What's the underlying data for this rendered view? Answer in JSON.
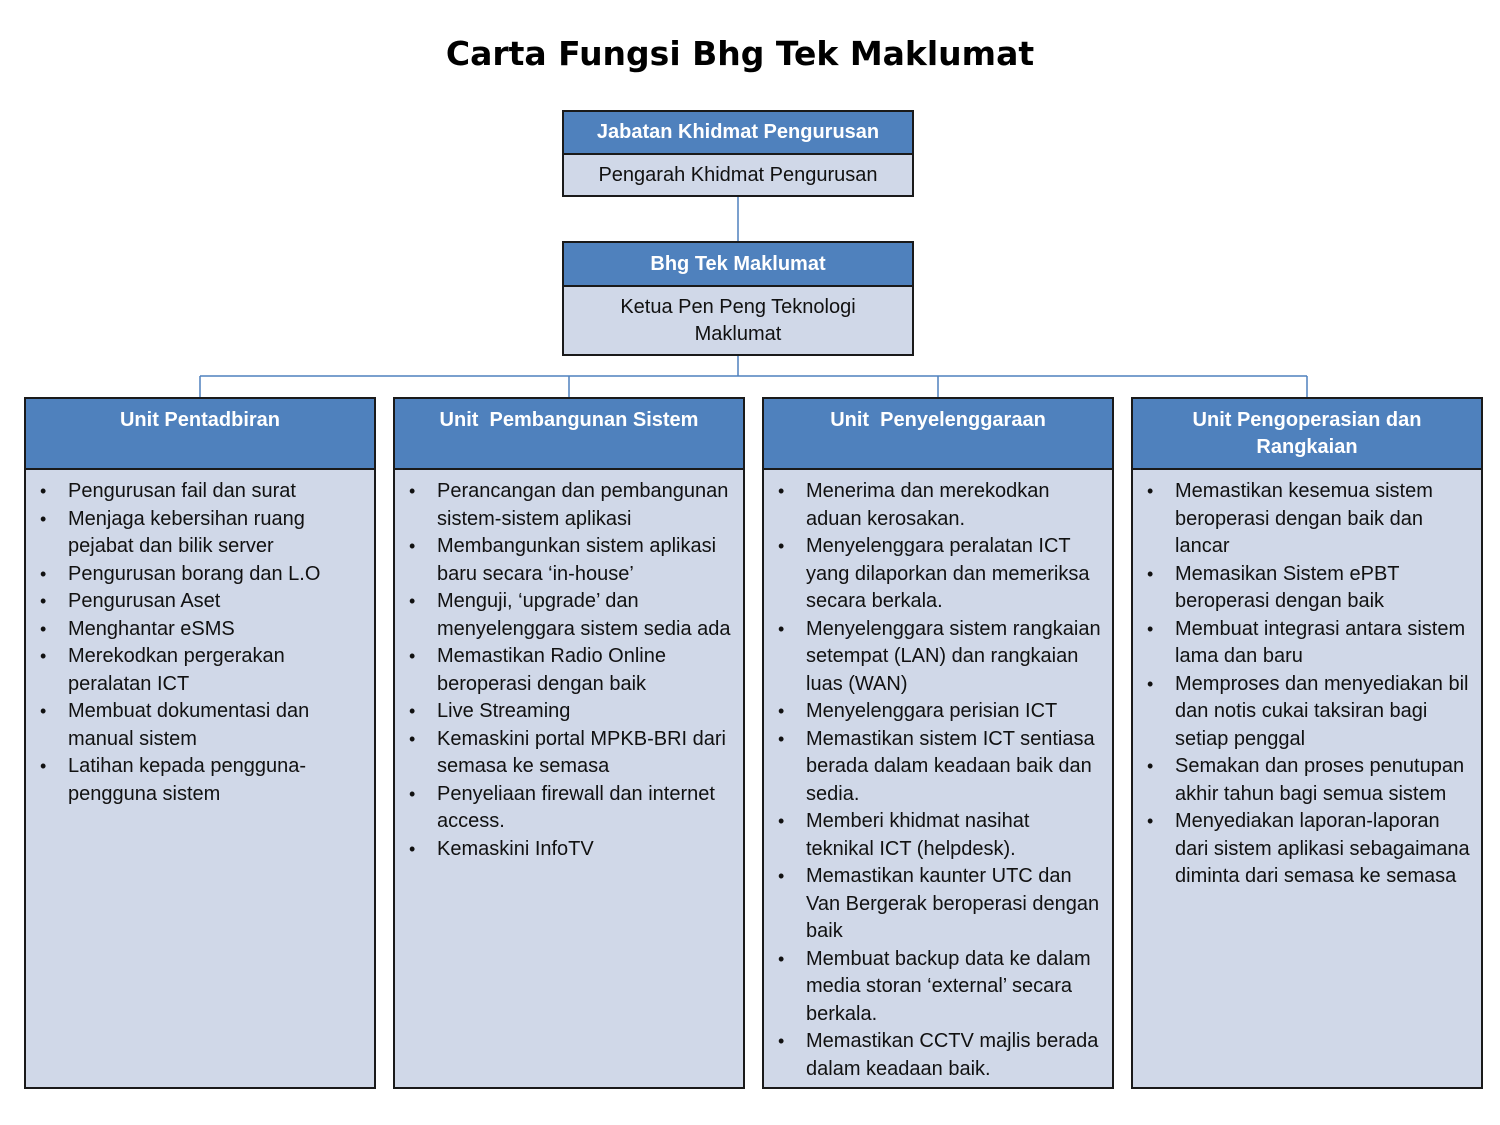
{
  "title": "Carta Fungsi Bhg Tek Maklumat",
  "top_box": {
    "header": "Jabatan Khidmat Pengurusan",
    "role": "Pengarah Khidmat Pengurusan"
  },
  "mid_box": {
    "header": "Bhg Tek Maklumat",
    "role": "Ketua Pen Peng Teknologi Maklumat"
  },
  "units": [
    {
      "header": "Unit Pentadbiran",
      "items": [
        "Pengurusan fail dan surat",
        "Menjaga kebersihan ruang pejabat dan bilik server",
        "Pengurusan borang dan L.O",
        "Pengurusan Aset",
        "Menghantar eSMS",
        "Merekodkan pergerakan peralatan ICT",
        "Membuat dokumentasi dan manual sistem",
        "Latihan kepada pengguna-pengguna sistem"
      ]
    },
    {
      "header": "Unit  Pembangunan Sistem",
      "items": [
        "Perancangan dan pembangunan sistem-sistem aplikasi",
        "Membangunkan sistem aplikasi baru secara ‘in-house’",
        "Menguji, ‘upgrade’ dan menyelenggara sistem sedia ada",
        "Memastikan Radio Online beroperasi dengan baik",
        "Live Streaming",
        "Kemaskini portal MPKB-BRI dari semasa ke semasa",
        "Penyeliaan firewall dan internet access.",
        "Kemaskini InfoTV"
      ]
    },
    {
      "header": "Unit  Penyelenggaraan",
      "items": [
        "Menerima dan merekodkan aduan kerosakan.",
        "Menyelenggara peralatan ICT yang dilaporkan dan memeriksa secara berkala.",
        "Menyelenggara sistem rangkaian setempat (LAN) dan rangkaian luas (WAN)",
        "Menyelenggara perisian ICT",
        "Memastikan sistem  ICT sentiasa berada dalam keadaan baik dan sedia.",
        "Memberi khidmat nasihat teknikal ICT (helpdesk).",
        "Memastikan kaunter UTC dan Van Bergerak beroperasi dengan baik",
        "Membuat backup data ke dalam media storan ‘external’ secara berkala.",
        "Memastikan CCTV majlis berada dalam keadaan baik."
      ]
    },
    {
      "header": "Unit  Pengoperasian dan Rangkaian",
      "items": [
        "Memastikan kesemua sistem beroperasi dengan baik dan lancar",
        "Memasikan Sistem ePBT beroperasi dengan baik",
        "Membuat integrasi antara sistem lama dan baru",
        "Memproses dan menyediakan bil dan notis cukai taksiran bagi setiap penggal",
        "Semakan dan proses penutupan akhir tahun bagi semua sistem",
        "Menyediakan laporan-laporan dari sistem aplikasi sebagaimana diminta dari semasa ke semasa"
      ]
    }
  ],
  "colors": {
    "header_fill": "#4f81bd",
    "body_fill": "#d0d8e8",
    "connector": "#4f81bd"
  }
}
